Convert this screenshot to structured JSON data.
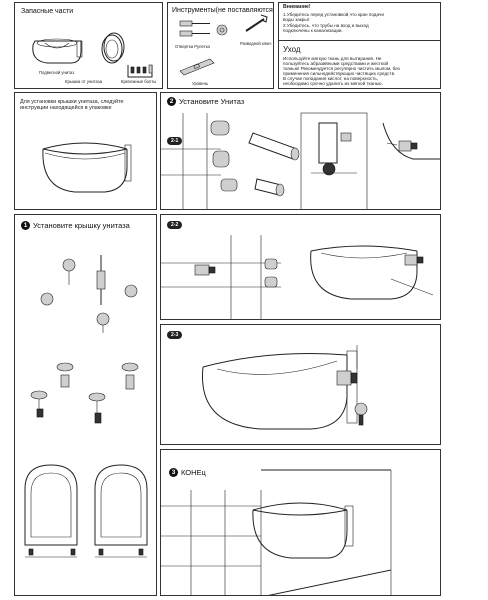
{
  "parts": {
    "title": "Запасные части",
    "wc_label": "Подвесной унитаз",
    "lid_label": "Крышка от унитаза",
    "bolts_label": "Крепежные болты"
  },
  "tools": {
    "title": "Инструменты(не поставляются)",
    "screwdriver_label": "Отвертка Рулетка",
    "wrench_label": "Разводной ключ",
    "level_label": "Уровень"
  },
  "warning": {
    "title": "Внимание!",
    "lines": [
      "1.Убедитесь перед установкой,что кран подачи",
      "воды закрыт",
      "2.Убедитесь, что трубы на вход и выход",
      "подключены к канализации."
    ]
  },
  "care": {
    "title": "Уход",
    "lines": [
      "Используйте мягкую ткань для вытирания. Не",
      "пользуйтесь абразивными средствами и жесткой",
      "тканью! Рекомендуется регулярно чистить мылом, без",
      "применения сильнодействующих чистящих средств.",
      "В случае попадания кислот, на поверхность,",
      "необходимо срочно удалить их мягкой тканью."
    ]
  },
  "instructions": {
    "lines": [
      "Для установки крышки унитаза, следуйте",
      "инструкции находящейся в упаковке"
    ]
  },
  "step1": {
    "number": "1",
    "title": "Установите крышку унитаза"
  },
  "step2": {
    "number": "2",
    "title": "Установите Унитаз",
    "badges": [
      "2-1",
      "2-2",
      "2-3"
    ]
  },
  "step3": {
    "number": "3",
    "title": "КОНЕц"
  }
}
